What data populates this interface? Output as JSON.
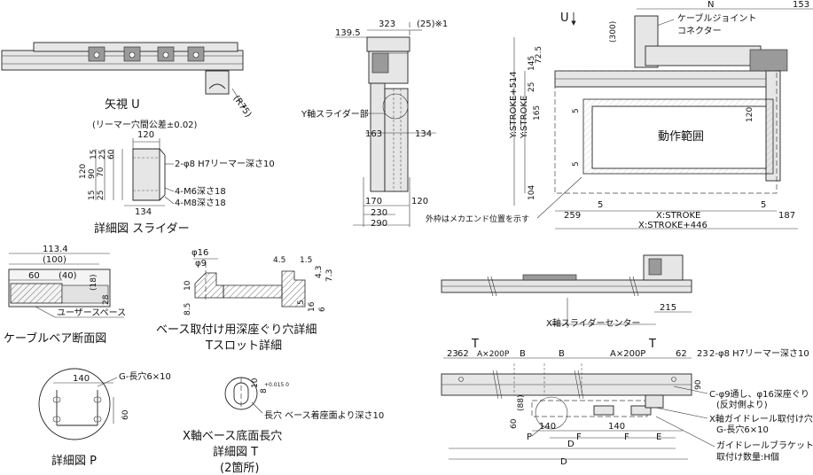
{
  "view_u": {
    "title": "矢視 U",
    "reamer_note": "(リーマー穴間公差±0.02)",
    "radius": "(R75)"
  },
  "slider_detail": {
    "title": "詳細図 スライダー",
    "dims": {
      "top": "120",
      "bottom": "134",
      "v1": "15",
      "v2": "25",
      "v3": "60",
      "v4": "120",
      "v5": "90",
      "v6": "70",
      "v7": "15",
      "v8": "25"
    },
    "notes": [
      "2-φ8 H7リーマー深さ10",
      "4-M6深さ18",
      "4-M8深さ18"
    ]
  },
  "side_view": {
    "dims": {
      "w323": "323",
      "w139": "139.5",
      "w25": "(25)※1",
      "h300": "(300)",
      "w163": "163",
      "w134": "134",
      "w170": "170",
      "w120": "120",
      "w230": "230",
      "w290": "290"
    },
    "y_slider_label": "Y軸スライダー部"
  },
  "top_view": {
    "u_arrow": "U",
    "n": "N",
    "w153": "153",
    "cable_label_1": "ケーブルジョイント",
    "cable_label_2": "コネクター",
    "y_stroke_514": "Y:STROKE+514",
    "y_stroke": "Y:STROKE",
    "d145": "145",
    "d725": "72.5",
    "d25": "25",
    "d165": "165",
    "d5a": "5",
    "d5b": "5",
    "d104": "104",
    "d120": "120",
    "range": "動作範囲",
    "outer_note": "外枠はメカエンド位置を示す",
    "d259": "259",
    "d5c": "5",
    "d5d": "5",
    "d187": "187",
    "x_stroke": "X:STROKE",
    "x_stroke_446": "X:STROKE+446"
  },
  "cable_bear": {
    "title": "ケーブルベア断面図",
    "user_space": "ユーザースペース",
    "d1134": "113.4",
    "d100": "(100)",
    "d60": "60",
    "d40": "(40)",
    "d18": "(18)",
    "d28": "28"
  },
  "base_hole": {
    "title1": "ベース取付け用深座ぐり穴詳細",
    "title2": "Tスロット詳細",
    "phi16": "φ16",
    "phi9": "φ9",
    "d10": "10",
    "d85": "8.5",
    "d45": "4.5",
    "d15": "1.5",
    "d43": "4.3",
    "d73": "7.3",
    "d5": "5",
    "d16": "16",
    "d6": "6"
  },
  "front_view": {
    "x_center": "X軸スライダーセンター",
    "d215": "215"
  },
  "bottom_view": {
    "t1": "T",
    "t2": "T",
    "d23a": "23",
    "d62a": "62",
    "ax200a": "A×200P",
    "b1": "B",
    "b2": "B",
    "ax200b": "A×200P",
    "d62b": "62",
    "d23b": "23",
    "reamer": "2-φ8 H7リーマー深さ10",
    "d90": "90",
    "c_note1": "C-φ9通し、φ16深座ぐり",
    "c_note2": "(反対側より)",
    "rail_note1": "X軸ガイドレール取付け穴",
    "rail_note2": "G-長穴6×10",
    "bracket1": "ガイドレールブラケット",
    "bracket2": "取付け数量:H個",
    "d88": "(88)",
    "d60": "60",
    "d140a": "140",
    "f1": "F",
    "d140b": "140",
    "f2": "F",
    "e": "E",
    "p": "P",
    "d1": "D",
    "d2": "D"
  },
  "detail_p": {
    "title": "詳細図 P",
    "d140": "140",
    "d60": "60",
    "note": "G-長穴6×10"
  },
  "detail_t": {
    "title1": "X軸ベース底面長穴",
    "title2": "詳細図 T",
    "title3": "(2箇所)",
    "d10": "10",
    "d8": "8",
    "tol": "+0.015 0",
    "note": "長穴 ベース着座面より深さ10"
  }
}
